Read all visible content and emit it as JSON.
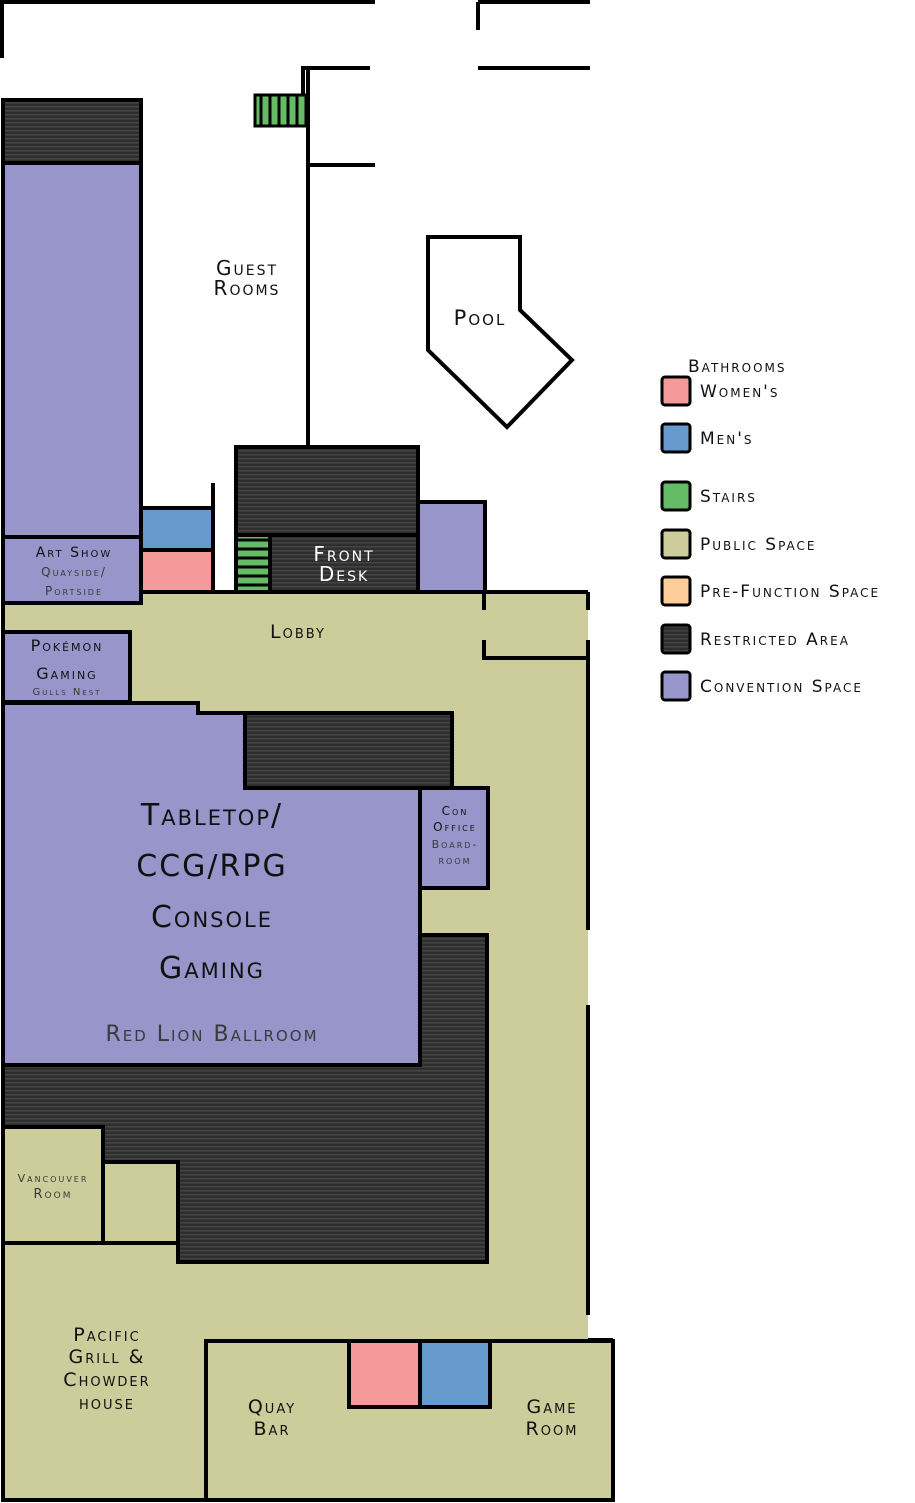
{
  "colors": {
    "womens": "#f49a9a",
    "mens": "#6699cc",
    "stairs": "#66bb66",
    "public": "#cdcd9b",
    "prefunction": "#fccc99",
    "restricted": "#333333",
    "convention": "#9795c9"
  },
  "rooms": {
    "guest_rooms": [
      "Guest",
      "Rooms"
    ],
    "pool": "Pool",
    "art_show": "Art Show",
    "art_show_sub": [
      "Quayside/",
      "Portside"
    ],
    "front_desk": [
      "Front",
      "Desk"
    ],
    "lobby": "Lobby",
    "pokemon": [
      "Pokémon",
      "Gaming"
    ],
    "pokemon_sub": "Gulls Nest",
    "ballroom_lines": [
      "Tabletop/",
      "CCG/RPG",
      "Console",
      "Gaming"
    ],
    "ballroom_name": "Red Lion Ballroom",
    "con_office": [
      "Con",
      "Office",
      "Board-",
      "room"
    ],
    "vancouver": [
      "Vancouver",
      "Room"
    ],
    "pacific": [
      "Pacific",
      "Grill &",
      "Chowder",
      "house"
    ],
    "quay_bar": [
      "Quay",
      "Bar"
    ],
    "game_room": [
      "Game",
      "Room"
    ]
  },
  "legend": {
    "title": "Bathrooms",
    "items": [
      {
        "label": "Women's",
        "color": "#f49a9a"
      },
      {
        "label": "Men's",
        "color": "#6699cc"
      },
      {
        "label": "Stairs",
        "color": "#66bb66"
      },
      {
        "label": "Public Space",
        "color": "#cdcd9b"
      },
      {
        "label": "Pre-Function Space",
        "color": "#fccc99"
      },
      {
        "label": "Restricted Area",
        "color": "#333333"
      },
      {
        "label": "Convention Space",
        "color": "#9795c9"
      }
    ]
  }
}
